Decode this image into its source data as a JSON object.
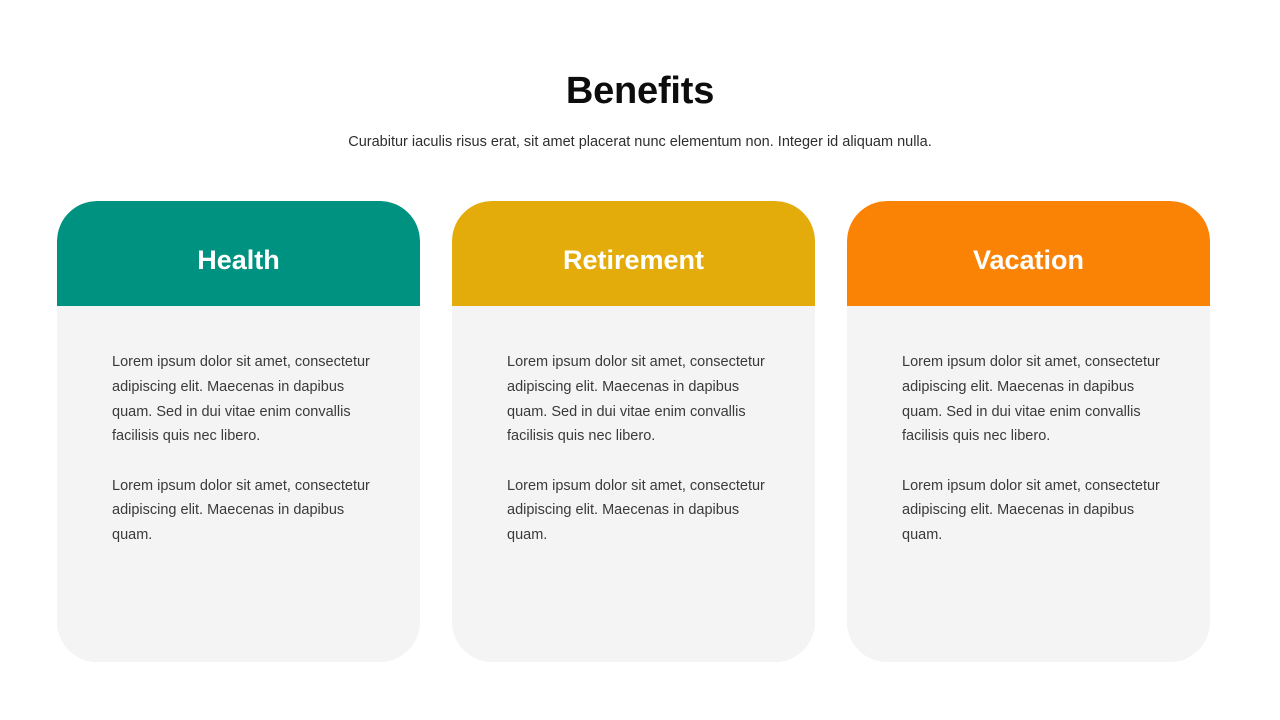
{
  "slide": {
    "title": "Benefits",
    "subtitle": "Curabitur iaculis risus erat, sit amet placerat nunc elementum non. Integer id aliquam nulla.",
    "background_color": "#ffffff",
    "title_color": "#0d0d0d",
    "subtitle_color": "#2e2e2e"
  },
  "cards": [
    {
      "title": "Health",
      "header_color": "#009280",
      "body_color": "#f4f4f5",
      "title_color": "#ffffff",
      "paragraphs": [
        "Lorem ipsum dolor sit amet, consectetur adipiscing elit. Maecenas in dapibus quam. Sed in dui vitae enim convallis facilisis quis nec libero.",
        "Lorem ipsum dolor sit amet, consectetur adipiscing elit. Maecenas in dapibus quam."
      ]
    },
    {
      "title": "Retirement",
      "header_color": "#e3ac0b",
      "body_color": "#f4f4f5",
      "title_color": "#ffffff",
      "paragraphs": [
        "Lorem ipsum dolor sit amet, consectetur adipiscing elit. Maecenas in dapibus quam. Sed in dui vitae enim convallis facilisis quis nec libero.",
        "Lorem ipsum dolor sit amet, consectetur adipiscing elit. Maecenas in dapibus quam."
      ]
    },
    {
      "title": "Vacation",
      "header_color": "#fa8205",
      "body_color": "#f4f4f5",
      "title_color": "#ffffff",
      "paragraphs": [
        "Lorem ipsum dolor sit amet, consectetur adipiscing elit. Maecenas in dapibus quam. Sed in dui vitae enim convallis facilisis quis nec libero.",
        "Lorem ipsum dolor sit amet, consectetur adipiscing elit. Maecenas in dapibus quam."
      ]
    }
  ]
}
